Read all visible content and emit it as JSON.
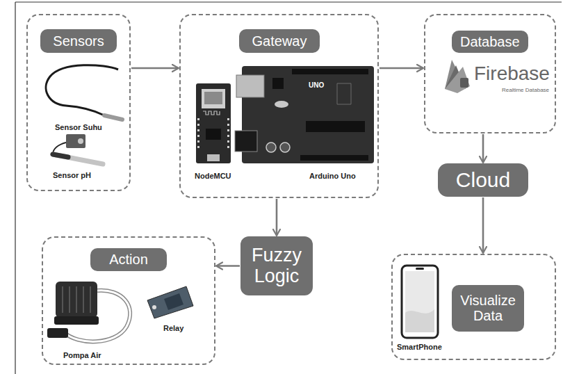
{
  "diagram": {
    "nodes": [
      {
        "text": [
          "Sensors"
        ]
      },
      {
        "text": [
          "Gateway"
        ]
      },
      {
        "text": [
          "Database"
        ]
      },
      {
        "text": [
          "Fuzzy Logic"
        ]
      },
      {
        "text": [
          "Cloud"
        ]
      },
      {
        "text": [
          "Action"
        ]
      },
      {
        "text": [
          "SmartPhone"
        ]
      },
      {
        "text": [
          "Visualize Data"
        ],
        "in": 6
      }
    ],
    "edges": [
      {
        "from": 0,
        "to": 1,
        "arrow": "to"
      },
      {
        "from": 1,
        "to": 2,
        "arrow": "to"
      },
      {
        "from": 2,
        "to": 4,
        "arrow": "to"
      },
      {
        "from": 4,
        "to": 6,
        "arrow": "to"
      },
      {
        "from": 1,
        "to": 3,
        "arrow": "to"
      },
      {
        "from": 3,
        "to": 5,
        "arrow": "to"
      }
    ],
    "labels": [
      "Sensor Suhu",
      "Sensor pH",
      "NodeMCU",
      "Arduino Uno",
      "UNO",
      "Firebase",
      "Realtime Database",
      "Pompa Air",
      "Relay"
    ]
  }
}
